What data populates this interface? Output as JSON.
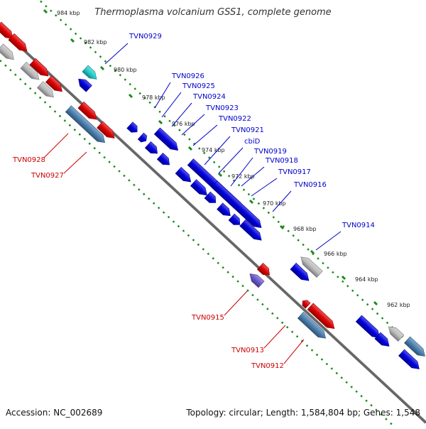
{
  "title": "Thermoplasma volcanium GSS1, complete genome",
  "footer": {
    "accession": "Accession: NC_002689",
    "summary": "Topology: circular; Length: 1,584,804 bp; Genes: 1,548"
  },
  "colors": {
    "forward_gene": "#0000dd",
    "reverse_gene": "#dd0000",
    "steelblue_gene": "#4a7fb0",
    "grey_gene": "#bdbdbd",
    "cyan_gene": "#22cccc",
    "purple_gene": "#6a5acd",
    "tick": "#1a8a1a",
    "backbone": "#666666",
    "forward_label": "#0000cc",
    "reverse_label": "#cc0000"
  },
  "kbp_ticks": [
    "984 kbp",
    "982 kbp",
    "980 kbp",
    "978 kbp",
    "976 kbp",
    "974 kbp",
    "972 kbp",
    "970 kbp",
    "968 kbp",
    "966 kbp",
    "964 kbp",
    "962 kbp"
  ],
  "forward_labels": [
    "TVN0929",
    "TVN0926",
    "TVN0925",
    "TVN0924",
    "TVN0923",
    "TVN0922",
    "TVN0921",
    "cbiD",
    "TVN0919",
    "TVN0918",
    "TVN0917",
    "TVN0916",
    "TVN0914"
  ],
  "reverse_labels": [
    "TVN0928",
    "TVN0927",
    "TVN0915",
    "TVN0913",
    "TVN0912"
  ]
}
